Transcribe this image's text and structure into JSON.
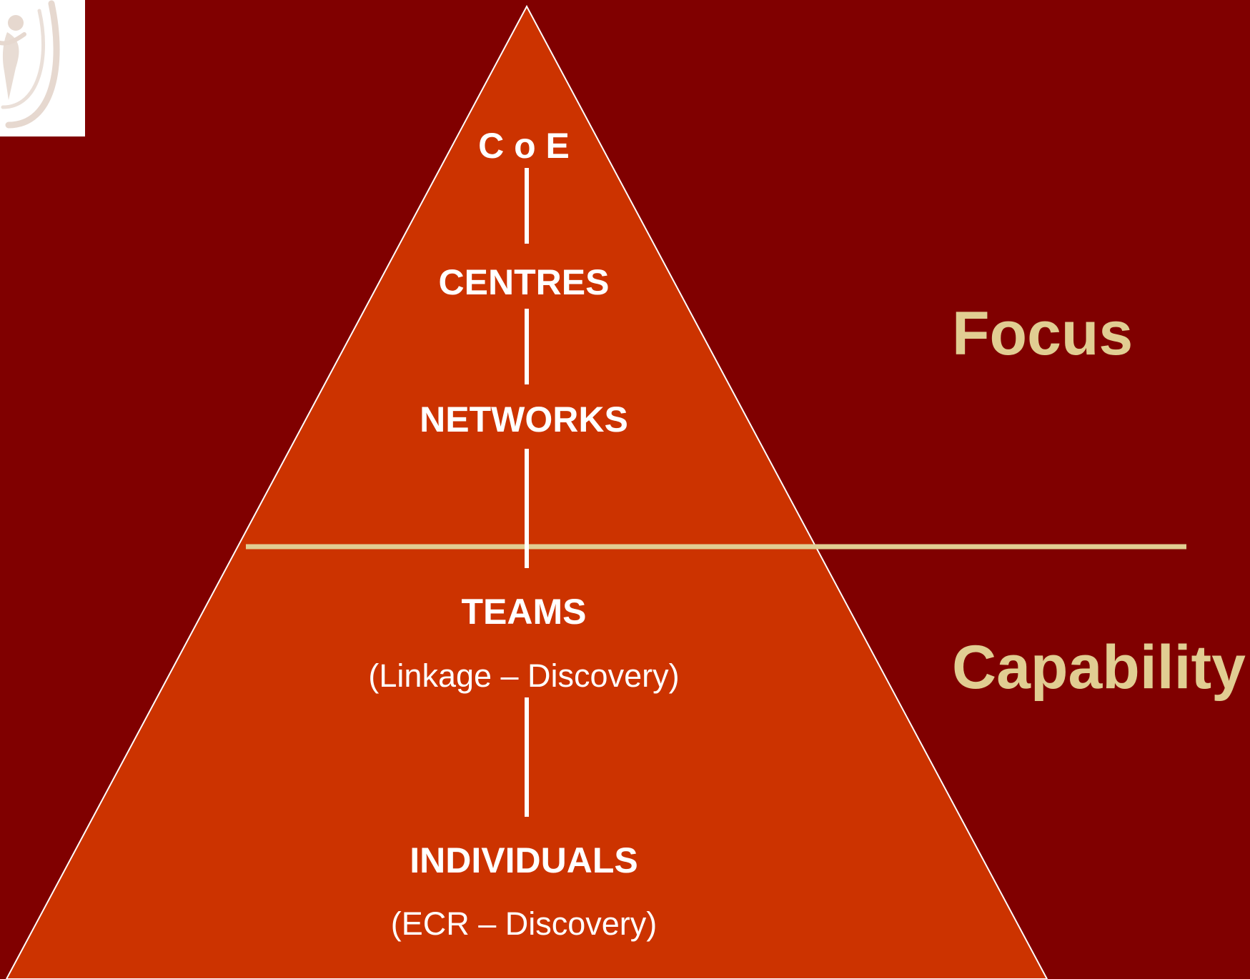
{
  "pyramid": {
    "levels": [
      {
        "name": "C o E"
      },
      {
        "name": "CENTRES"
      },
      {
        "name": "NETWORKS"
      },
      {
        "name": "TEAMS",
        "detail": "(Linkage – Discovery)"
      },
      {
        "name": "INDIVIDUALS",
        "detail": "(ECR – Discovery)"
      }
    ]
  },
  "side_labels": {
    "upper": "Focus",
    "lower": "Capability"
  },
  "colors": {
    "background": "#800000",
    "pyramid_fill": "#cc3300",
    "pyramid_outline": "#ffffff",
    "divider": "#e1cd92",
    "side_text": "#e1cd92",
    "level_text": "#ffffff"
  }
}
